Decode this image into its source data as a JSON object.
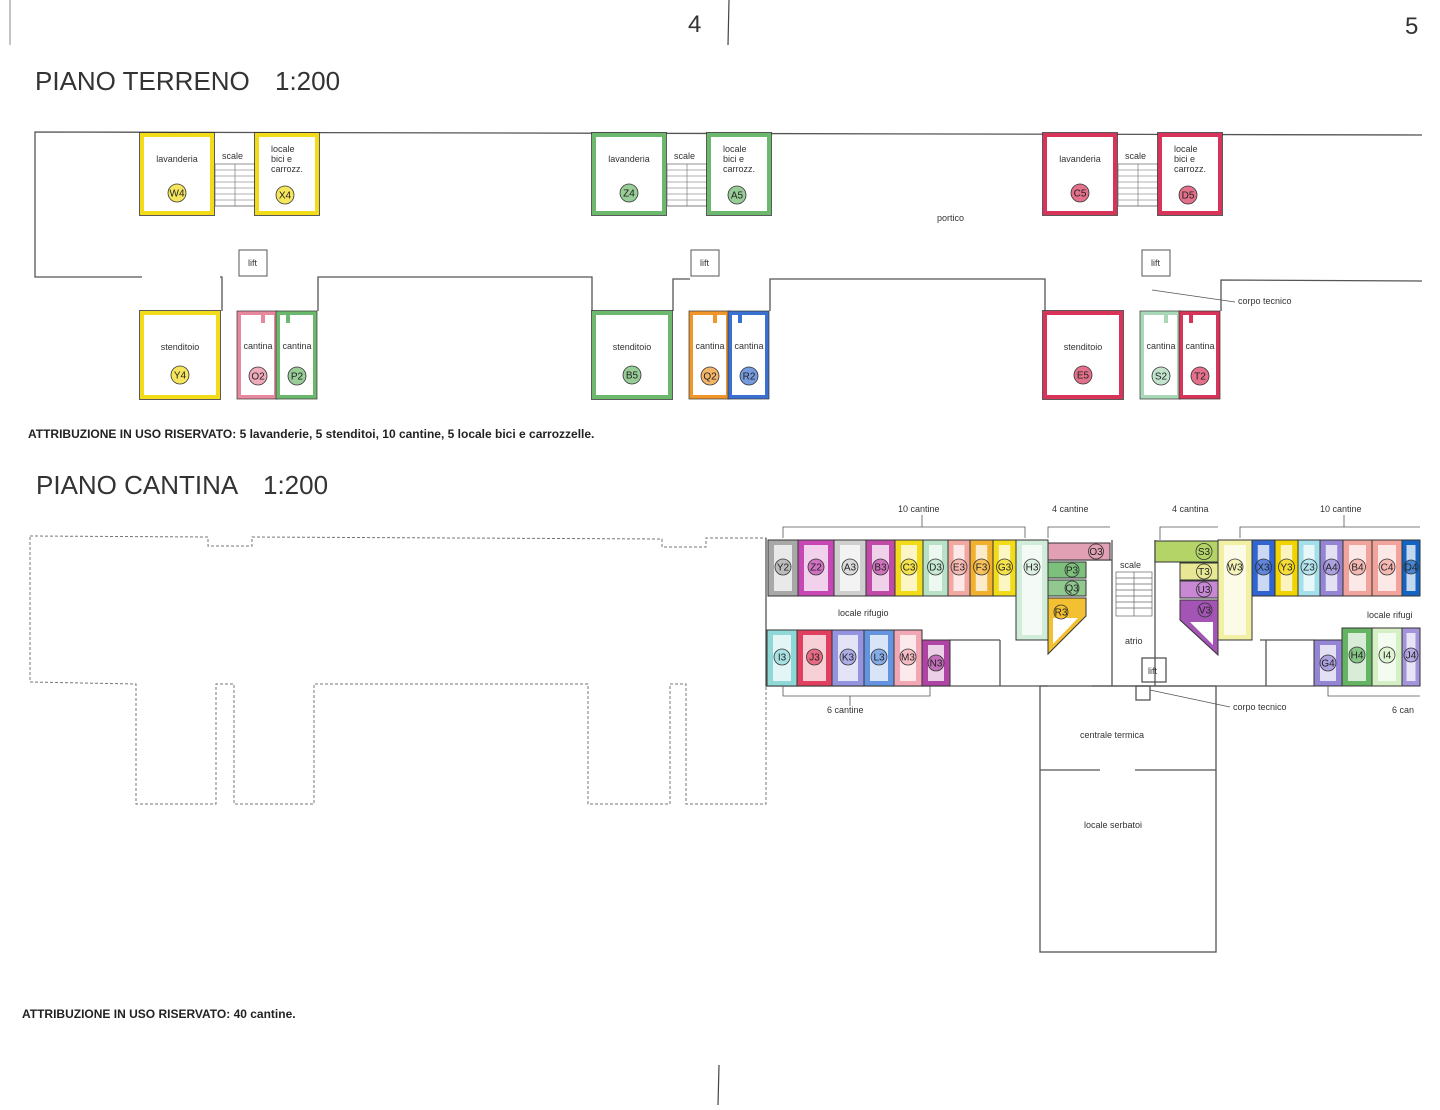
{
  "page_numbers": {
    "left": "4",
    "right": "5"
  },
  "ground_floor": {
    "title": "PIANO TERRENO",
    "scale": "1:200",
    "portico": "portico",
    "corpo_tecnico": "corpo tecnico",
    "attribution": "ATTRIBUZIONE IN USO RISERVATO: 5 lavanderie, 5 stenditoi, 10 cantine, 5 locale bici e carrozzelle.",
    "groups": [
      {
        "color": "#f2dc1a",
        "laundry": {
          "label": "lavanderia",
          "code": "W4"
        },
        "stairs": "scale",
        "bike": {
          "lines": [
            "locale",
            "bici e",
            "carrozz."
          ],
          "code": "X4"
        },
        "lift": "lift",
        "drying": {
          "label": "stenditoio",
          "code": "Y4"
        },
        "cellars": [
          {
            "label": "cantina",
            "code": "O2",
            "color": "#e8889e"
          },
          {
            "label": "cantina",
            "code": "P2",
            "color": "#6cb86c"
          }
        ]
      },
      {
        "color": "#6cb86c",
        "laundry": {
          "label": "lavanderia",
          "code": "Z4"
        },
        "stairs": "scale",
        "bike": {
          "lines": [
            "locale",
            "bici e",
            "carrozz."
          ],
          "code": "A5"
        },
        "lift": "lift",
        "drying": {
          "label": "stenditoio",
          "code": "B5"
        },
        "cellars": [
          {
            "label": "cantina",
            "code": "Q2",
            "color": "#f0962a"
          },
          {
            "label": "cantina",
            "code": "R2",
            "color": "#3b6fd0"
          }
        ]
      },
      {
        "color": "#d8345a",
        "laundry": {
          "label": "lavanderia",
          "code": "C5"
        },
        "stairs": "scale",
        "bike": {
          "lines": [
            "locale",
            "bici e",
            "carrozz."
          ],
          "code": "D5"
        },
        "lift": "lift",
        "drying": {
          "label": "stenditoio",
          "code": "E5"
        },
        "cellars": [
          {
            "label": "cantina",
            "code": "S2",
            "color": "#a8d8b8"
          },
          {
            "label": "cantina",
            "code": "T2",
            "color": "#d8345a"
          }
        ]
      }
    ]
  },
  "basement": {
    "title": "PIANO CANTINA",
    "scale": "1:200",
    "labels": {
      "group_top_left": "10 cantine",
      "group_top_mid_left": "4 cantine",
      "group_top_mid_right": "4 cantina",
      "group_top_right": "10 cantine",
      "group_bottom_left": "6 cantine",
      "group_bottom_right": "6 can",
      "refuge_left": "locale rifugio",
      "refuge_right": "locale rifugi",
      "stairs": "scale",
      "atrium": "atrio",
      "lift": "lift",
      "corpo_tecnico": "corpo tecnico",
      "boiler_room": "centrale termica",
      "tank_room": "locale serbatoi"
    },
    "cells": [
      {
        "code": "Y2",
        "color": "#a8a8a8"
      },
      {
        "code": "Z2",
        "color": "#c548b4"
      },
      {
        "code": "A3",
        "color": "#cfcfcf"
      },
      {
        "code": "B3",
        "color": "#c04aa8"
      },
      {
        "code": "C3",
        "color": "#f2dc1a"
      },
      {
        "code": "D3",
        "color": "#b8e2c8"
      },
      {
        "code": "E3",
        "color": "#f2a8a0"
      },
      {
        "code": "F3",
        "color": "#f2b030"
      },
      {
        "code": "G3",
        "color": "#f2dc1a"
      },
      {
        "code": "H3",
        "color": "#d2ecda"
      },
      {
        "code": "O3",
        "color": "#e2a0b4"
      },
      {
        "code": "P3",
        "color": "#7cc07c"
      },
      {
        "code": "Q3",
        "color": "#90c890"
      },
      {
        "code": "R3",
        "color": "#f2c030"
      },
      {
        "code": "I3",
        "color": "#8ed8d8"
      },
      {
        "code": "J3",
        "color": "#e0405e"
      },
      {
        "code": "K3",
        "color": "#9494e0"
      },
      {
        "code": "L3",
        "color": "#6494e0"
      },
      {
        "code": "M3",
        "color": "#f2a8b4"
      },
      {
        "code": "N3",
        "color": "#b044a4"
      },
      {
        "code": "S3",
        "color": "#b4d468"
      },
      {
        "code": "T3",
        "color": "#e8e894"
      },
      {
        "code": "U3",
        "color": "#c888d4"
      },
      {
        "code": "V3",
        "color": "#a454b4"
      },
      {
        "code": "W3",
        "color": "#f2f0a4"
      },
      {
        "code": "X3",
        "color": "#3064d0"
      },
      {
        "code": "Y3",
        "color": "#f2d200"
      },
      {
        "code": "Z3",
        "color": "#a4e0ea"
      },
      {
        "code": "A4",
        "color": "#9484d4"
      },
      {
        "code": "B4",
        "color": "#f2a49c"
      },
      {
        "code": "C4",
        "color": "#f2a49c"
      },
      {
        "code": "D4",
        "color": "#1464c4"
      },
      {
        "code": "G4",
        "color": "#9484d4"
      },
      {
        "code": "H4",
        "color": "#64b464"
      },
      {
        "code": "I4",
        "color": "#d4f0c4"
      },
      {
        "code": "J4",
        "color": "#a494dc"
      }
    ],
    "attribution": "ATTRIBUZIONE IN USO RISERVATO: 40 cantine."
  }
}
